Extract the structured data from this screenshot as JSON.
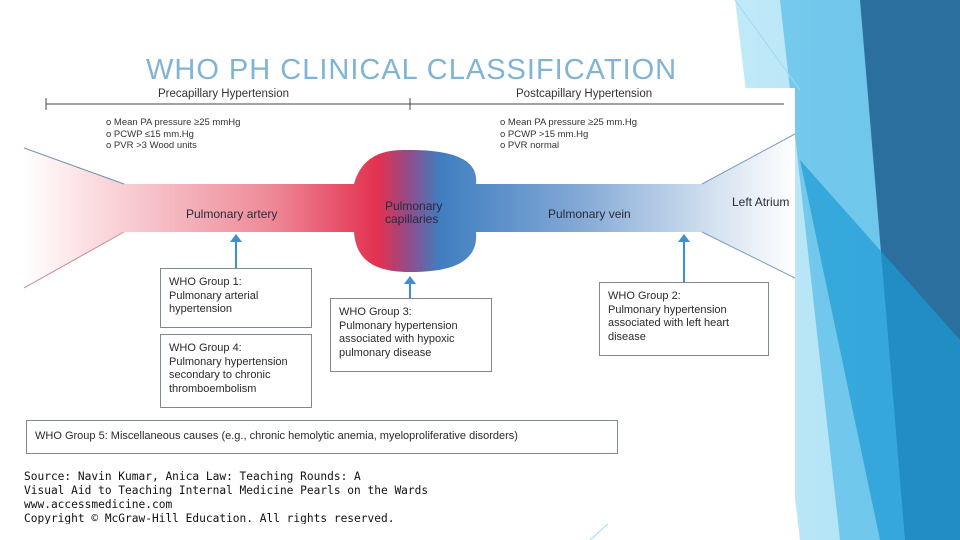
{
  "slide_title": "WHO PH CLINICAL CLASSIFICATION",
  "colors": {
    "title": "#7fb4d6",
    "artery_red": "#e2314f",
    "vein_blue": "#3f7ec0",
    "arrow_blue": "#3f8fd0",
    "deco_dark": "#2b6f9e",
    "deco_light": "#5cc3ee"
  },
  "headers": {
    "precapillary": "Precapillary Hypertension",
    "postcapillary": "Postcapillary Hypertension"
  },
  "precapillary_criteria": [
    "o  Mean PA pressure ≥25 mmHg",
    "o  PCWP ≤15 mm.Hg",
    "o  PVR >3 Wood units"
  ],
  "postcapillary_criteria": [
    "o  Mean PA pressure ≥25 mm.Hg",
    "o  PCWP >15 mm.Hg",
    "o  PVR normal"
  ],
  "vessels": {
    "artery": "Pulmonary artery",
    "capillaries_line1": "Pulmonary",
    "capillaries_line2": "capillaries",
    "vein": "Pulmonary vein",
    "atrium": "Left Atrium"
  },
  "groups": {
    "g1": "WHO Group 1:\nPulmonary arterial\nhypertension",
    "g2": "WHO Group 2:\nPulmonary hypertension\nassociated with left heart\ndisease",
    "g3": "WHO Group 3:\nPulmonary hypertension\nassociated with hypoxic\npulmonary disease",
    "g4": "WHO Group 4:\nPulmonary hypertension\nsecondary to chronic\nthromboembolism",
    "g5": "WHO Group 5: Miscellaneous causes (e.g., chronic hemolytic anemia, myeloproliferative disorders)"
  },
  "source_lines": [
    "Source: Navin Kumar, Anica Law: Teaching Rounds: A",
    "Visual Aid to Teaching Internal Medicine Pearls on the Wards",
    "www.accessmedicine.com",
    "Copyright © McGraw-Hill Education. All rights reserved."
  ]
}
